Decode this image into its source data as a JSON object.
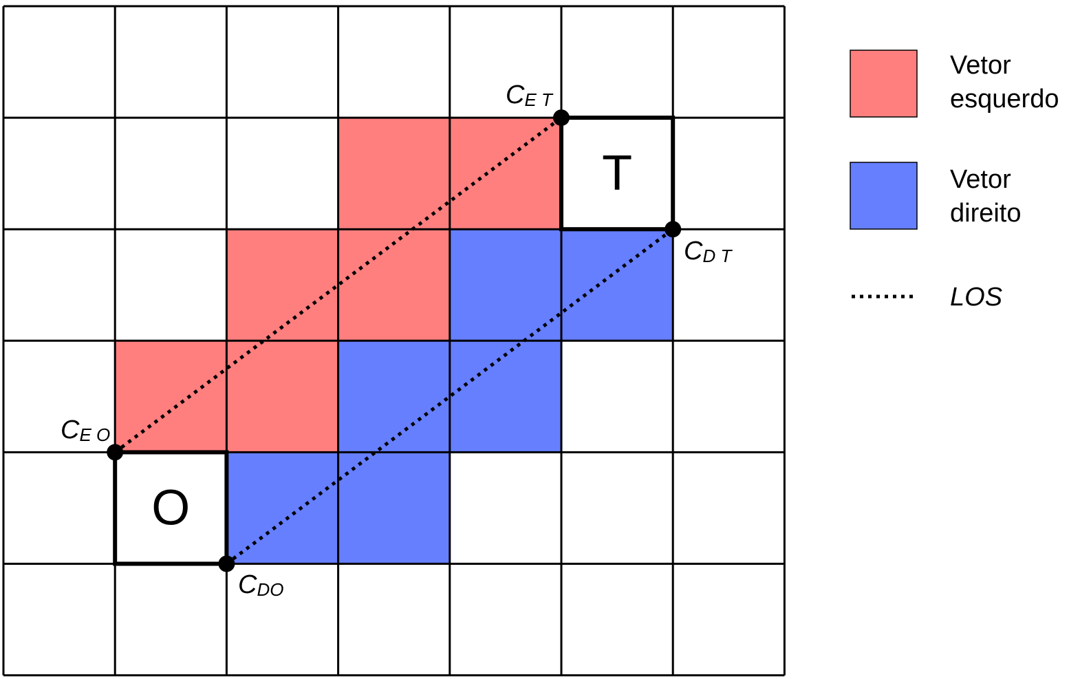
{
  "colors": {
    "left_vector": "#ff7f7f",
    "right_vector": "#667fff",
    "grid": "#000000"
  },
  "grid": {
    "cols": 7,
    "rows": 6,
    "red_cells": [
      [
        3,
        1
      ],
      [
        4,
        1
      ],
      [
        2,
        2
      ],
      [
        3,
        2
      ],
      [
        1,
        3
      ],
      [
        2,
        3
      ]
    ],
    "blue_cells": [
      [
        4,
        2
      ],
      [
        5,
        2
      ],
      [
        3,
        3
      ],
      [
        4,
        3
      ],
      [
        2,
        4
      ],
      [
        3,
        4
      ]
    ]
  },
  "origin_cell": {
    "label": "O",
    "col": 1,
    "row": 4
  },
  "target_cell": {
    "label": "T",
    "col": 5,
    "row": 1
  },
  "points": {
    "CEO": {
      "main": "C",
      "sub": "E O"
    },
    "CDO": {
      "main": "C",
      "sub": "DO"
    },
    "CET": {
      "main": "C",
      "sub": "E T"
    },
    "CDT": {
      "main": "C",
      "sub": "D T"
    }
  },
  "legend": {
    "left": {
      "line1": "Vetor",
      "line2": "esquerdo"
    },
    "right": {
      "line1": "Vetor",
      "line2": "direito"
    },
    "los": "LOS"
  }
}
